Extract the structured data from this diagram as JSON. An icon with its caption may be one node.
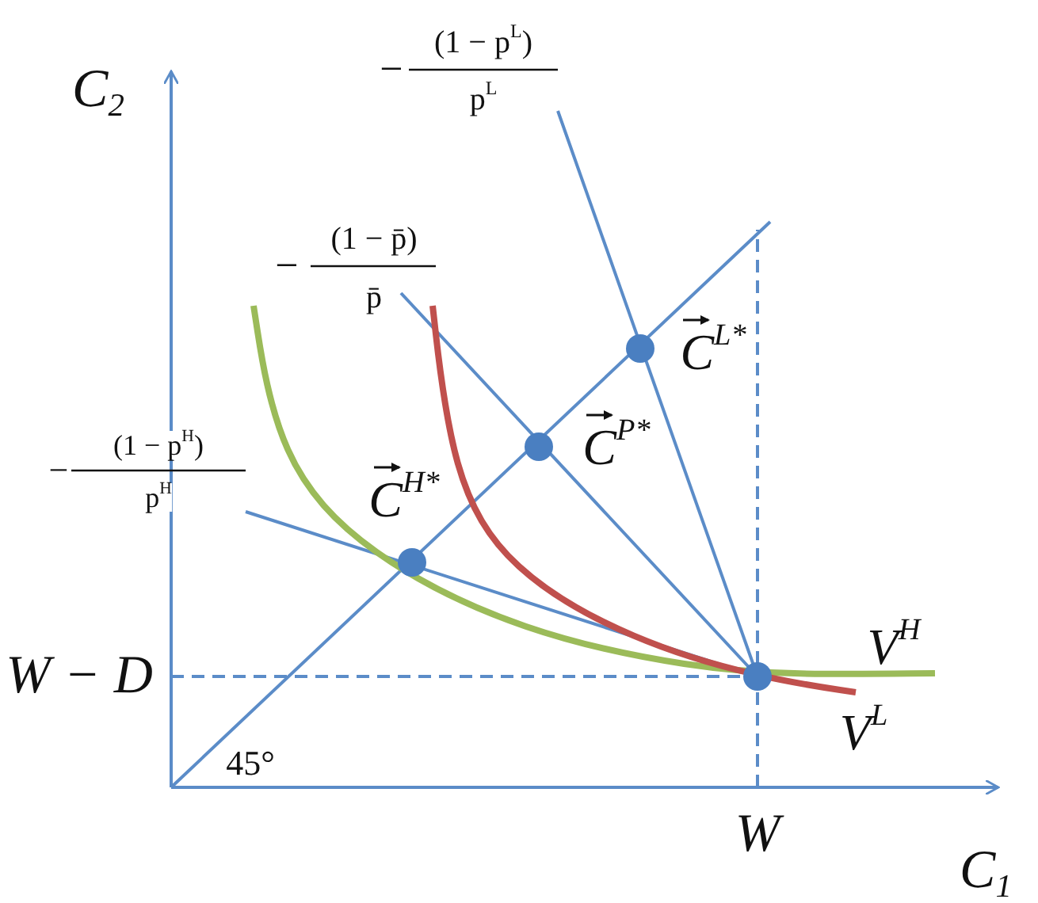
{
  "diagram": {
    "labels": [
      "C$_{2}$",
      "−",
      "(1 − p$^{L}$)",
      "p$^{L}$",
      "−",
      "(1 − p̄)",
      "p̄",
      "C$^{L*}$",
      "−",
      "(1 − p$^{H}$)",
      "p$^{H}$",
      "C$^{P*}$",
      "C$^{H*}$",
      "V$^{H}$",
      "W − D",
      "V$^{L}$",
      "45°",
      "W",
      "C$_{1}$"
    ]
  }
}
